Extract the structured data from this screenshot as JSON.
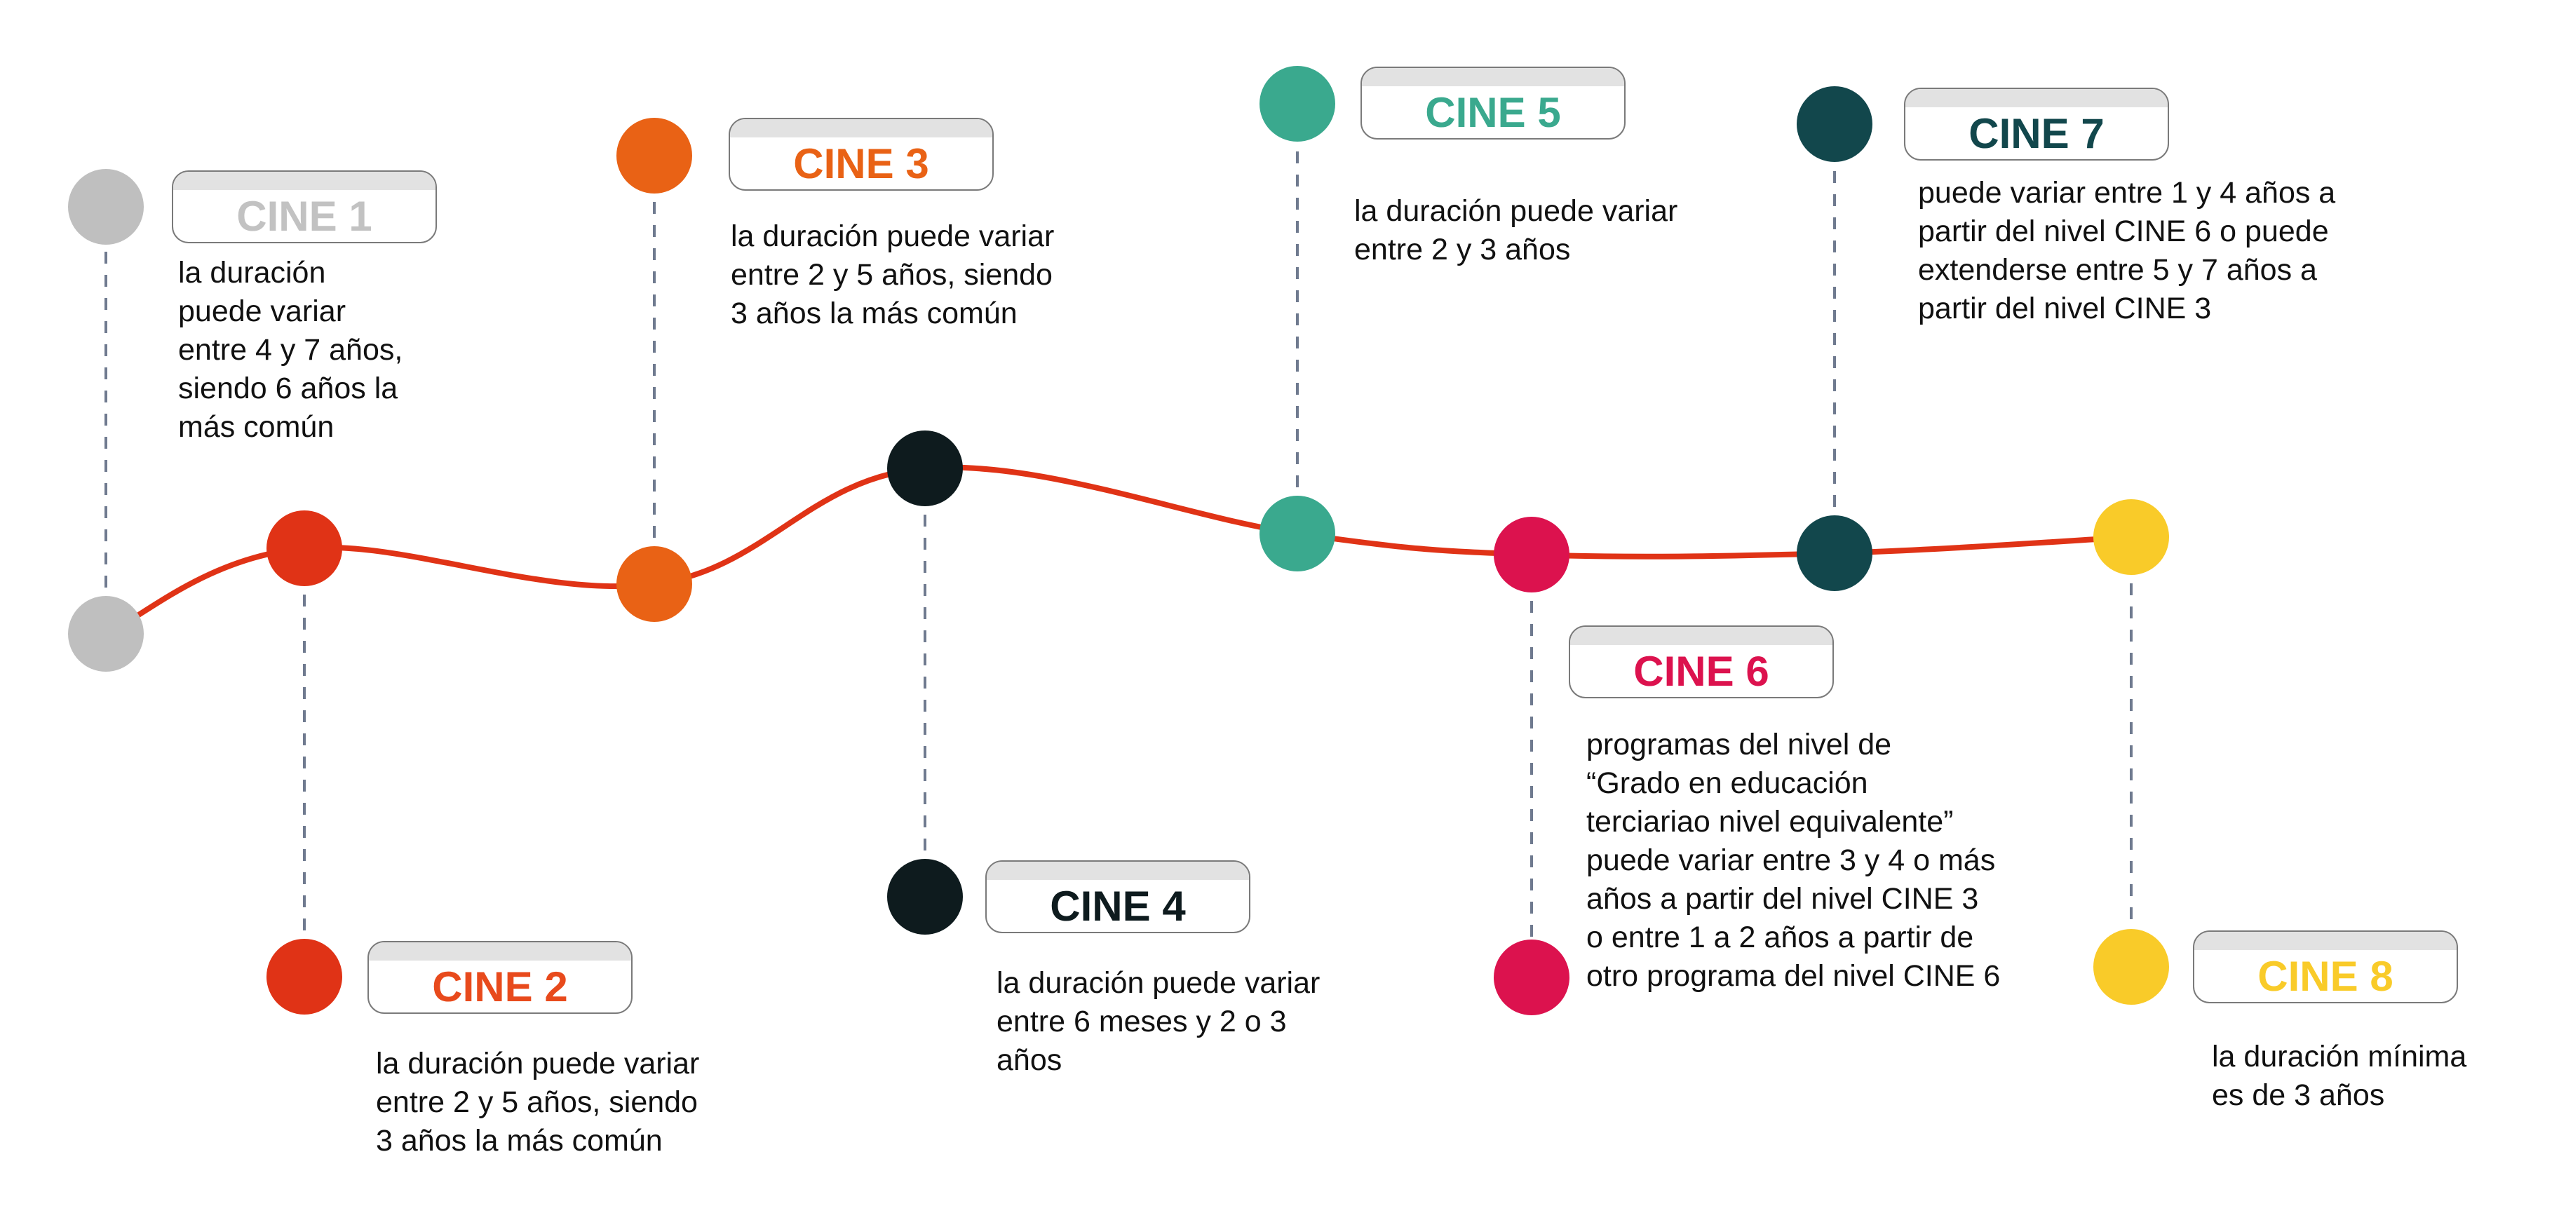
{
  "line_color": "#e03316",
  "connector_color": "#6f7a8f",
  "levels": [
    {
      "id": "cine1",
      "label": "CINE 1",
      "color": "#bfbfbf",
      "label_color": "#c2c2c2",
      "description": "la duración\npuede variar\nentre 4 y 7 años,\nsiendo 6 años la\nmás común"
    },
    {
      "id": "cine2",
      "label": "CINE 2",
      "color": "#e03316",
      "label_color": "#e84a1c",
      "description": "la duración puede variar\nentre 2 y 5 años, siendo\n3 años la más común"
    },
    {
      "id": "cine3",
      "label": "CINE 3",
      "color": "#e96215",
      "label_color": "#e96215",
      "description": "la duración puede variar\nentre 2 y 5 años, siendo\n3 años la más común"
    },
    {
      "id": "cine4",
      "label": "CINE 4",
      "color": "#0e1b1e",
      "label_color": "#0e1b1e",
      "description": "la duración puede variar\nentre 6 meses y 2 o 3\naños"
    },
    {
      "id": "cine5",
      "label": "CINE 5",
      "color": "#3aa98e",
      "label_color": "#3aa98e",
      "description": "la duración puede variar\nentre 2 y 3 años"
    },
    {
      "id": "cine6",
      "label": "CINE 6",
      "color": "#dc124e",
      "label_color": "#dc124e",
      "description": "programas del nivel de\n“Grado en educación\nterciariao nivel equivalente”\npuede variar entre 3 y 4 o más\naños a partir del nivel CINE 3\no entre 1 a 2 años a partir de\notro programa del nivel CINE 6"
    },
    {
      "id": "cine7",
      "label": "CINE 7",
      "color": "#12474c",
      "label_color": "#12474c",
      "description": "puede variar entre 1 y 4 años a\npartir del nivel CINE 6 o puede\nextenderse entre 5 y 7 años a\npartir del nivel CINE 3"
    },
    {
      "id": "cine8",
      "label": "CINE 8",
      "color": "#f9cb29",
      "label_color": "#f9cb29",
      "description": "la duración mínima\nes de 3 años"
    }
  ]
}
